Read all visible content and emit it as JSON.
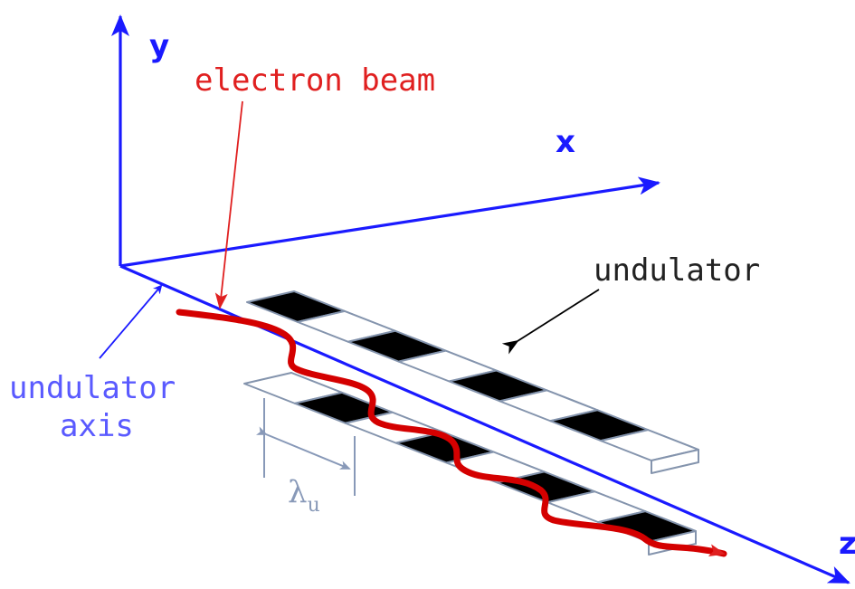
{
  "labels": {
    "y_axis": "y",
    "x_axis": "x",
    "z_axis": "z",
    "electron_beam": "electron beam",
    "undulator": "undulator",
    "undulator_axis_line1": "undulator",
    "undulator_axis_line2": "axis",
    "period_symbol": "λ",
    "period_subscript": "u"
  },
  "colors": {
    "axes": "#1a1aff",
    "beam": "#d40000",
    "beam_label": "#e02020",
    "axis_label_text": "#5a5aff",
    "period": "#8899b8",
    "magnet_edge": "#8494ad",
    "magnet_dark": "#000000",
    "magnet_light": "#ffffff",
    "annotation_arrow": "#000000"
  },
  "structure": {
    "upper_row_magnet_pairs": 4,
    "lower_row_magnet_pairs": 4
  }
}
